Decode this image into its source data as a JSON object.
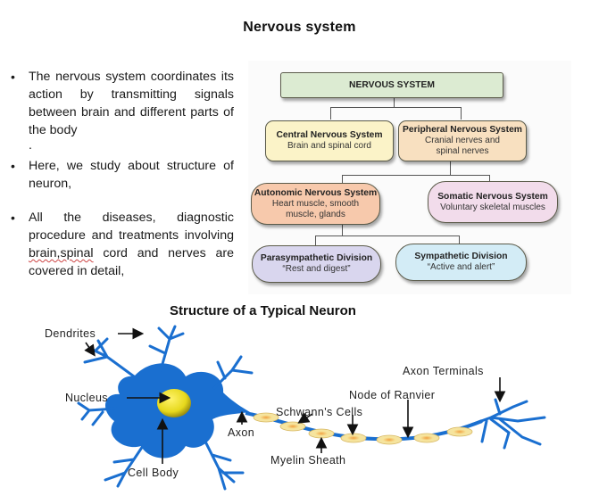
{
  "title": "Nervous system",
  "bullets": [
    "The nervous system coordinates its action by transmitting signals between brain and different parts of the body",
    "Here, we study about structure of neuron,",
    {
      "pre": "All the diseases, diagnostic procedure and treatments involving ",
      "marked": "brain,spinal",
      "post": " cord and nerves are covered in detail,"
    }
  ],
  "stray_mark": ".",
  "diagram": {
    "root": {
      "title": "NERVOUS SYSTEM",
      "color": "#dcebd2"
    },
    "cns": {
      "title": "Central Nervous System",
      "desc": "Brain and spinal cord",
      "color": "#fbf3c8"
    },
    "pns": {
      "title": "Peripheral Nervous System",
      "desc1": "Cranial nerves and",
      "desc2": "spinal nerves",
      "color": "#f8e0c0"
    },
    "ans": {
      "title": "Autonomic Nervous System",
      "desc1": "Heart muscle, smooth",
      "desc2": "muscle, glands",
      "color": "#f7c9ac"
    },
    "sns": {
      "title": "Somatic Nervous System",
      "desc": "Voluntary skeletal muscles",
      "color": "#f2dceb"
    },
    "para": {
      "title": "Parasympathetic Division",
      "desc": "“Rest and digest”",
      "color": "#d9d6ee"
    },
    "symp": {
      "title": "Sympathetic Division",
      "desc": "“Active and alert”",
      "color": "#d3ecf6"
    }
  },
  "neuron": {
    "title": "Structure of a Typical Neuron",
    "labels": {
      "dendrites": "Dendrites",
      "nucleus": "Nucleus",
      "cell_body": "Cell Body",
      "axon": "Axon",
      "schwann": "Schwann's Cells",
      "myelin": "Myelin Sheath",
      "node": "Node of Ranvier",
      "terminals": "Axon Terminals"
    },
    "colors": {
      "neuron": "#1a6fd0",
      "nucleus": "#e6d81c",
      "myelin": "#f5e49a"
    }
  }
}
